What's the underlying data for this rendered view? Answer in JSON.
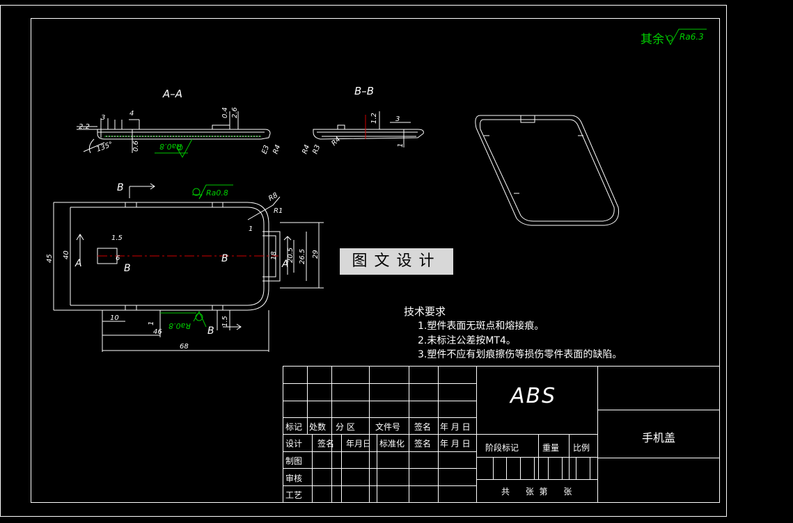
{
  "surface_finish": {
    "prefix": "其余",
    "value": "Ra6.3"
  },
  "sections": {
    "aa": {
      "title": "A–A",
      "dims": [
        "3",
        "4",
        "2.2",
        "0.4",
        "2.6",
        "0.6",
        "135°",
        "E3",
        "R4"
      ],
      "roughness": "Ra0.8"
    },
    "bb": {
      "title": "B–B",
      "dims": [
        "1.2",
        "3",
        "1",
        "R4",
        "R3",
        "R4"
      ]
    }
  },
  "plan_view": {
    "cut_labels": [
      "B",
      "A",
      "B",
      "A",
      "B",
      "B"
    ],
    "roughness_top": "Ra0.8",
    "roughness_bottom": "Ra0.8",
    "dims": [
      "45",
      "40",
      "1.5",
      "6",
      "R8",
      "R1",
      "1",
      "18",
      "20.5",
      "26.5",
      "29",
      "10",
      "1",
      "46",
      "1.5",
      "68"
    ]
  },
  "watermark": "图文设计",
  "technical_requirements": {
    "heading": "技术要求",
    "items": [
      "1.塑件表面无斑点和熔接痕。",
      "2.未标注公差按MT4。",
      "3.塑件不应有划痕擦伤等损伤零件表面的缺陷。"
    ]
  },
  "title_block": {
    "material": "ABS",
    "part_name": "手机盖",
    "row_mark": [
      "标记",
      "处数",
      "分  区",
      "文件号",
      "签名",
      "年 月 日"
    ],
    "row_design": [
      "设计",
      "签名",
      "年月日",
      "标准化",
      "签名",
      "年 月 日"
    ],
    "row_labels": [
      "制图",
      "审核",
      "工艺"
    ],
    "stage_mark": "阶段标记",
    "weight": "重量",
    "scale": "比例",
    "sheets": "共      张  第      张"
  }
}
